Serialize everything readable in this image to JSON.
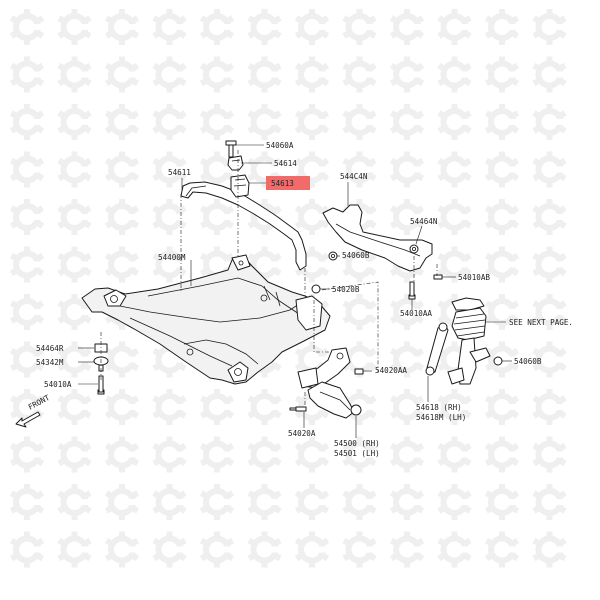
{
  "diagram": {
    "highlight_color": "#f26b6b",
    "watermark_icon": "gear-icon",
    "labels": {
      "p54060A_top": "54060A",
      "p54614": "54614",
      "p54613": "54613",
      "p54611": "54611",
      "p544C4N": "544C4N",
      "p54464N": "54464N",
      "p54400M": "54400M",
      "p54060B_mid": "54060B",
      "p54010AB": "54010AB",
      "p54020B": "54020B",
      "p54010AA": "54010AA",
      "see_next_page": "SEE NEXT PAGE.",
      "p54464R": "54464R",
      "p54342M": "54342M",
      "p54060B_right": "54060B",
      "p54010A": "54010A",
      "p54020AA": "54020AA",
      "p54618": "54618  (RH)",
      "p54618M": "54618M (LH)",
      "front": "FRONT",
      "p54020A": "54020A",
      "p54500": "54500 (RH)",
      "p54501": "54501 (LH)"
    }
  }
}
